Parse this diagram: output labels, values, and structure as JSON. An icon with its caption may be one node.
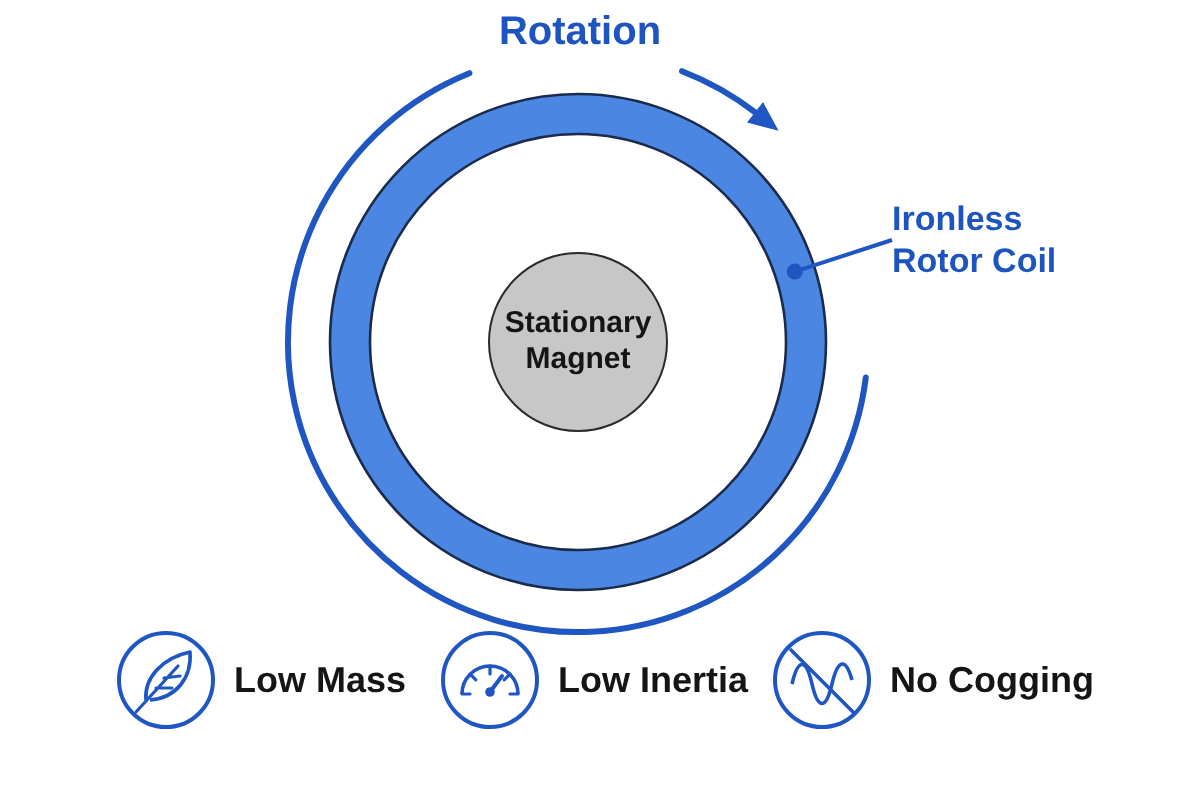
{
  "diagram": {
    "nodes": [
      {
        "text": [],
        "shape": "ring"
      },
      {
        "text": [
          "Stationary Magnet"
        ],
        "in": 0
      },
      {
        "text": [
          "Ironless Rotor Coil"
        ]
      }
    ],
    "edges": [
      {
        "from": 2,
        "to": 0,
        "arrow": "other"
      }
    ],
    "labels": [
      "Rotation",
      "Low Mass",
      "Low Inertia",
      "No Cogging"
    ]
  }
}
